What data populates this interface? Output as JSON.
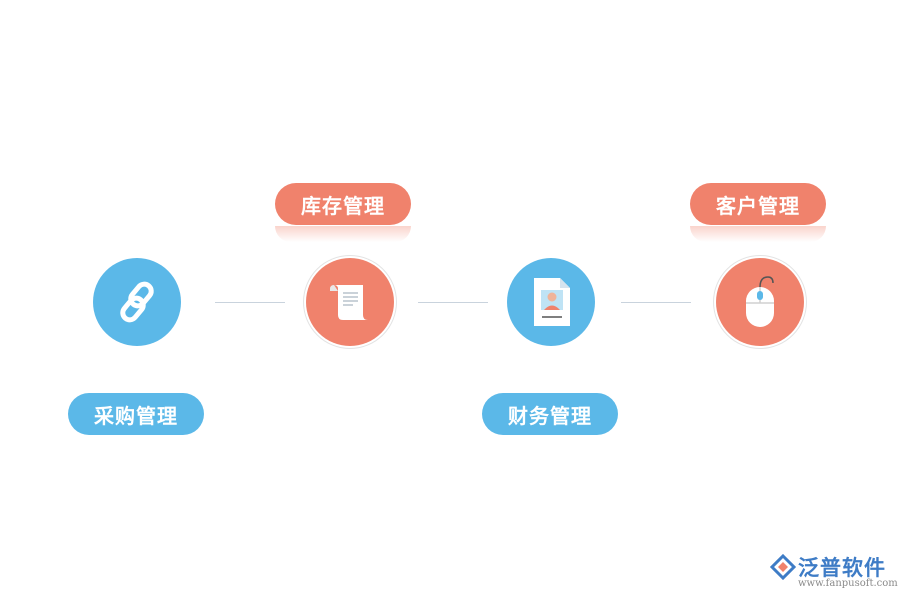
{
  "modules": [
    {
      "label": "采购管理",
      "icon": "chain-link-icon",
      "color": "#5bb8e8"
    },
    {
      "label": "库存管理",
      "icon": "scroll-document-icon",
      "color": "#f0826c"
    },
    {
      "label": "财务管理",
      "icon": "id-card-document-icon",
      "color": "#5bb8e8"
    },
    {
      "label": "客户管理",
      "icon": "computer-mouse-icon",
      "color": "#f0826c"
    }
  ],
  "logo": {
    "name": "泛普软件",
    "url": "www.fanpusoft.com",
    "icon": "fanpu-logo-icon",
    "color": "#3e7cc6"
  }
}
